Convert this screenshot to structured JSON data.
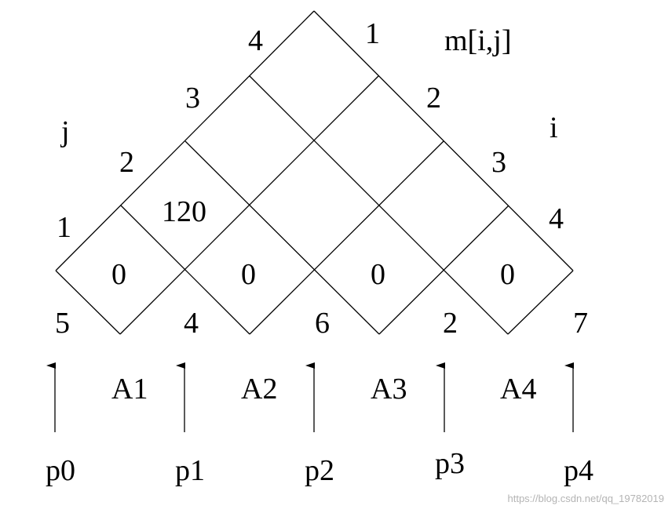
{
  "diagram": {
    "title": "m[i,j]",
    "j_axis_label": "j",
    "i_axis_label": "i",
    "j_index_labels": [
      "1",
      "2",
      "3",
      "4"
    ],
    "i_index_labels": [
      "1",
      "2",
      "3",
      "4"
    ],
    "cell_values": [
      "0",
      "0",
      "0",
      "0",
      "120"
    ],
    "dimensions": [
      "5",
      "4",
      "6",
      "2",
      "7"
    ],
    "matrices": [
      "A1",
      "A2",
      "A3",
      "A4"
    ],
    "pointers": [
      "p0",
      "p1",
      "p2",
      "p3",
      "p4"
    ]
  },
  "watermark": "https://blog.csdn.net/qq_19782019"
}
